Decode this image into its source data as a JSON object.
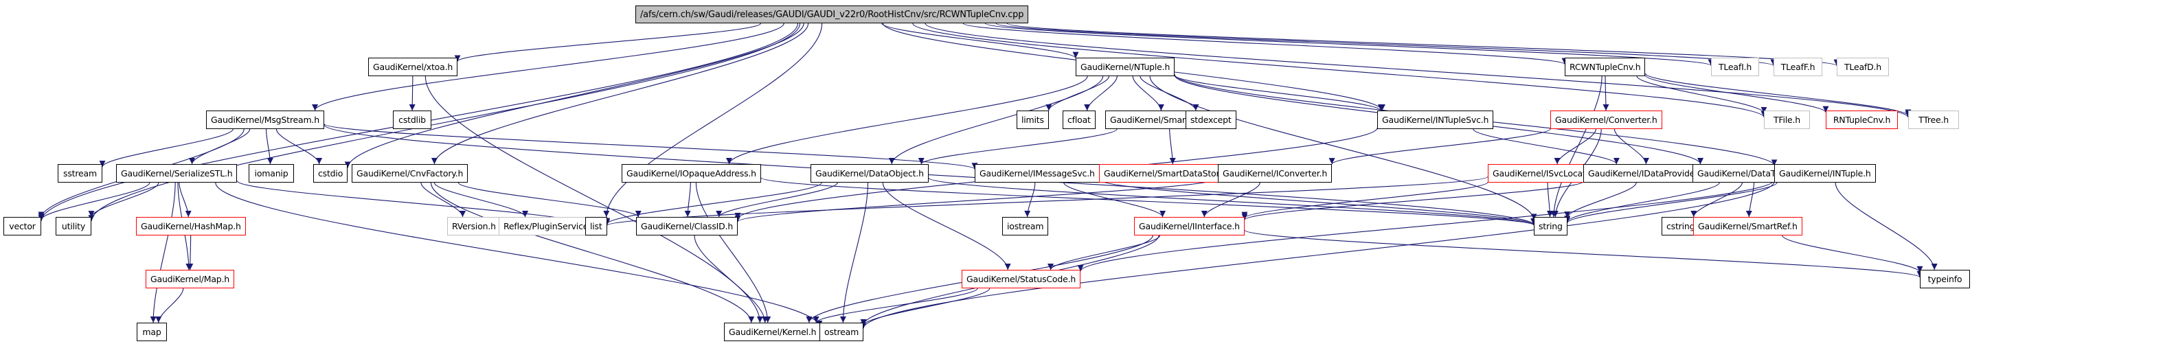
{
  "title": "/afs/cern.ch/sw/Gaudi/releases/GAUDI/GAUDI_v22r0/RootHistCnv/src/RCWNTupleCnv.cpp",
  "colors": {
    "edge": "#191970",
    "root_fill": "#bfbfbf",
    "node_border": "#000000",
    "incomplete_border": "#ff0000",
    "external_border": "#bfbfbf"
  },
  "legend_meaning": {
    "black": "documented header",
    "red": "header with truncated/incomplete graph",
    "gray": "undocumented/external header"
  },
  "nodes": [
    {
      "id": "root",
      "label": "/afs/cern.ch/sw/Gaudi/releases/GAUDI/GAUDI_v22r0/RootHistCnv/src/RCWNTupleCnv.cpp",
      "style": "root"
    },
    {
      "id": "xtoa",
      "label": "GaudiKernel/xtoa.h",
      "style": "black"
    },
    {
      "id": "cstdlib",
      "label": "cstdlib",
      "style": "black"
    },
    {
      "id": "ntuple",
      "label": "GaudiKernel/NTuple.h",
      "style": "black"
    },
    {
      "id": "rcwn",
      "label": "RCWNTupleCnv.h",
      "style": "black"
    },
    {
      "id": "tleafi",
      "label": "TLeafI.h",
      "style": "gray"
    },
    {
      "id": "tleaff",
      "label": "TLeafF.h",
      "style": "gray"
    },
    {
      "id": "tleafd",
      "label": "TLeafD.h",
      "style": "gray"
    },
    {
      "id": "msgstream",
      "label": "GaudiKernel/MsgStream.h",
      "style": "black"
    },
    {
      "id": "limits",
      "label": "limits",
      "style": "black"
    },
    {
      "id": "cfloat",
      "label": "cfloat",
      "style": "black"
    },
    {
      "id": "smartdataptr",
      "label": "GaudiKernel/SmartDataPtr.h",
      "style": "black"
    },
    {
      "id": "stdexcept",
      "label": "stdexcept",
      "style": "black"
    },
    {
      "id": "intuplesvc",
      "label": "GaudiKernel/INTupleSvc.h",
      "style": "black"
    },
    {
      "id": "converter",
      "label": "GaudiKernel/Converter.h",
      "style": "red"
    },
    {
      "id": "tfile",
      "label": "TFile.h",
      "style": "gray"
    },
    {
      "id": "rntuplecnv",
      "label": "RNTupleCnv.h",
      "style": "red"
    },
    {
      "id": "ttree",
      "label": "TTree.h",
      "style": "gray"
    },
    {
      "id": "sstream",
      "label": "sstream",
      "style": "black"
    },
    {
      "id": "serializestl",
      "label": "GaudiKernel/SerializeSTL.h",
      "style": "black"
    },
    {
      "id": "iomanip",
      "label": "iomanip",
      "style": "black"
    },
    {
      "id": "cstdio",
      "label": "cstdio",
      "style": "black"
    },
    {
      "id": "cnvfactory",
      "label": "GaudiKernel/CnvFactory.h",
      "style": "black"
    },
    {
      "id": "iopaque",
      "label": "GaudiKernel/IOpaqueAddress.h",
      "style": "black"
    },
    {
      "id": "dataobject",
      "label": "GaudiKernel/DataObject.h",
      "style": "black"
    },
    {
      "id": "imessagesvc",
      "label": "GaudiKernel/IMessageSvc.h",
      "style": "black"
    },
    {
      "id": "smartdatastoreptr",
      "label": "GaudiKernel/SmartDataStorePtr.h",
      "style": "red"
    },
    {
      "id": "iconverter",
      "label": "GaudiKernel/IConverter.h",
      "style": "black"
    },
    {
      "id": "isvclocator",
      "label": "GaudiKernel/ISvcLocator.h",
      "style": "red"
    },
    {
      "id": "idataprovider",
      "label": "GaudiKernel/IDataProviderSvc.h",
      "style": "black"
    },
    {
      "id": "datatypeinfo",
      "label": "GaudiKernel/DataTypeInfo.h",
      "style": "black"
    },
    {
      "id": "intuple",
      "label": "GaudiKernel/INTuple.h",
      "style": "black"
    },
    {
      "id": "vector",
      "label": "vector",
      "style": "black"
    },
    {
      "id": "utility",
      "label": "utility",
      "style": "black"
    },
    {
      "id": "hashmap",
      "label": "GaudiKernel/HashMap.h",
      "style": "red"
    },
    {
      "id": "rversion",
      "label": "RVersion.h",
      "style": "gray"
    },
    {
      "id": "reflexplugin",
      "label": "Reflex/PluginService.h",
      "style": "gray"
    },
    {
      "id": "list",
      "label": "list",
      "style": "black"
    },
    {
      "id": "classid",
      "label": "GaudiKernel/ClassID.h",
      "style": "black"
    },
    {
      "id": "iostream",
      "label": "iostream",
      "style": "black"
    },
    {
      "id": "iinterface",
      "label": "GaudiKernel/IInterface.h",
      "style": "red"
    },
    {
      "id": "string",
      "label": "string",
      "style": "black"
    },
    {
      "id": "cstring",
      "label": "cstring",
      "style": "black"
    },
    {
      "id": "smartref",
      "label": "GaudiKernel/SmartRef.h",
      "style": "red"
    },
    {
      "id": "map_h",
      "label": "GaudiKernel/Map.h",
      "style": "red"
    },
    {
      "id": "statuscode",
      "label": "GaudiKernel/StatusCode.h",
      "style": "red"
    },
    {
      "id": "typeinfo",
      "label": "typeinfo",
      "style": "black"
    },
    {
      "id": "map",
      "label": "map",
      "style": "black"
    },
    {
      "id": "kernel",
      "label": "GaudiKernel/Kernel.h",
      "style": "black"
    },
    {
      "id": "ostream",
      "label": "ostream",
      "style": "black"
    }
  ],
  "edges": [
    [
      "root",
      "xtoa"
    ],
    [
      "root",
      "ntuple"
    ],
    [
      "root",
      "rcwn"
    ],
    [
      "root",
      "tleafi"
    ],
    [
      "root",
      "tleaff"
    ],
    [
      "root",
      "tleafd"
    ],
    [
      "root",
      "msgstream"
    ],
    [
      "root",
      "vector"
    ],
    [
      "root",
      "utility"
    ],
    [
      "root",
      "cstdio"
    ],
    [
      "root",
      "cnvfactory"
    ],
    [
      "root",
      "list"
    ],
    [
      "root",
      "intuplesvc"
    ],
    [
      "root",
      "ttree"
    ],
    [
      "root",
      "tfile"
    ],
    [
      "xtoa",
      "cstdlib"
    ],
    [
      "xtoa",
      "kernel"
    ],
    [
      "ntuple",
      "limits"
    ],
    [
      "ntuple",
      "cfloat"
    ],
    [
      "ntuple",
      "smartdataptr"
    ],
    [
      "ntuple",
      "stdexcept"
    ],
    [
      "ntuple",
      "intuplesvc"
    ],
    [
      "ntuple",
      "dataobject"
    ],
    [
      "ntuple",
      "iopaque"
    ],
    [
      "ntuple",
      "datatypeinfo"
    ],
    [
      "ntuple",
      "intuple"
    ],
    [
      "ntuple",
      "string"
    ],
    [
      "rcwn",
      "converter"
    ],
    [
      "rcwn",
      "rntuplecnv"
    ],
    [
      "rcwn",
      "tfile"
    ],
    [
      "rcwn",
      "ttree"
    ],
    [
      "rcwn",
      "string"
    ],
    [
      "msgstream",
      "sstream"
    ],
    [
      "msgstream",
      "serializestl"
    ],
    [
      "msgstream",
      "iomanip"
    ],
    [
      "msgstream",
      "cstdio"
    ],
    [
      "msgstream",
      "vector"
    ],
    [
      "msgstream",
      "imessagesvc"
    ],
    [
      "msgstream",
      "string"
    ],
    [
      "serializestl",
      "vector"
    ],
    [
      "serializestl",
      "utility"
    ],
    [
      "serializestl",
      "hashmap"
    ],
    [
      "serializestl",
      "map_h"
    ],
    [
      "serializestl",
      "map"
    ],
    [
      "serializestl",
      "list"
    ],
    [
      "serializestl",
      "ostream"
    ],
    [
      "hashmap",
      "map_h"
    ],
    [
      "map_h",
      "map"
    ],
    [
      "cnvfactory",
      "rversion"
    ],
    [
      "cnvfactory",
      "reflexplugin"
    ],
    [
      "cnvfactory",
      "classid"
    ],
    [
      "cnvfactory",
      "kernel"
    ],
    [
      "smartdataptr",
      "smartdatastoreptr"
    ],
    [
      "smartdataptr",
      "dataobject"
    ],
    [
      "intuplesvc",
      "idataprovider"
    ],
    [
      "intuplesvc",
      "classid"
    ],
    [
      "converter",
      "iconverter"
    ],
    [
      "converter",
      "isvclocator"
    ],
    [
      "converter",
      "idataprovider"
    ],
    [
      "converter",
      "string"
    ],
    [
      "iopaque",
      "classid"
    ],
    [
      "iopaque",
      "kernel"
    ],
    [
      "iopaque",
      "string"
    ],
    [
      "dataobject",
      "classid"
    ],
    [
      "dataobject",
      "statuscode"
    ],
    [
      "dataobject",
      "ostream"
    ],
    [
      "dataobject",
      "list"
    ],
    [
      "dataobject",
      "string"
    ],
    [
      "imessagesvc",
      "iostream"
    ],
    [
      "imessagesvc",
      "iinterface"
    ],
    [
      "imessagesvc",
      "string"
    ],
    [
      "iconverter",
      "iinterface"
    ],
    [
      "iconverter",
      "classid"
    ],
    [
      "isvclocator",
      "iinterface"
    ],
    [
      "isvclocator",
      "string"
    ],
    [
      "isvclocator",
      "list"
    ],
    [
      "idataprovider",
      "iinterface"
    ],
    [
      "idataprovider",
      "string"
    ],
    [
      "datatypeinfo",
      "cstring"
    ],
    [
      "datatypeinfo",
      "smartref"
    ],
    [
      "datatypeinfo",
      "string"
    ],
    [
      "intuple",
      "string"
    ],
    [
      "intuple",
      "typeinfo"
    ],
    [
      "intuple",
      "statuscode"
    ],
    [
      "intuple",
      "ostream"
    ],
    [
      "smartref",
      "typeinfo"
    ],
    [
      "classid",
      "kernel"
    ],
    [
      "iinterface",
      "statuscode"
    ],
    [
      "iinterface",
      "kernel"
    ],
    [
      "iinterface",
      "ostream"
    ],
    [
      "iinterface",
      "typeinfo"
    ],
    [
      "statuscode",
      "kernel"
    ],
    [
      "statuscode",
      "ostream"
    ]
  ]
}
